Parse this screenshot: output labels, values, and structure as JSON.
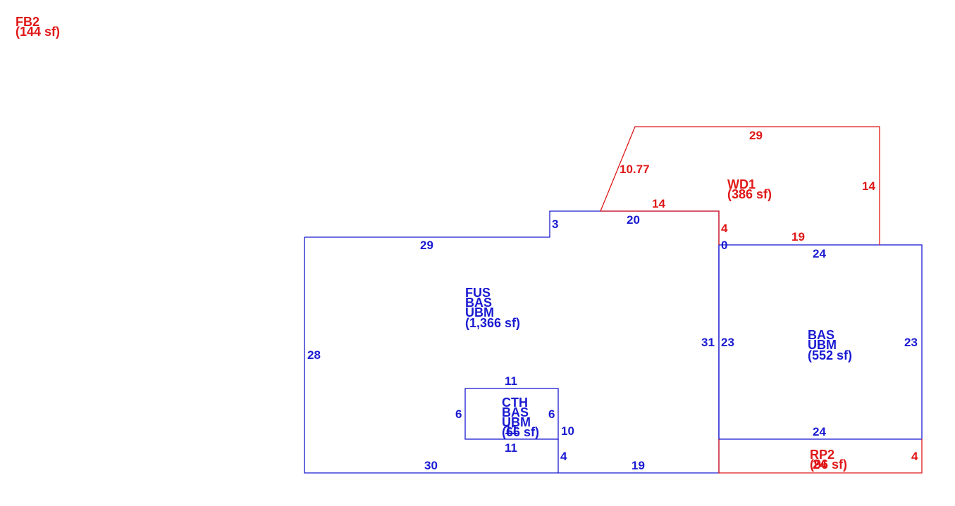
{
  "colors": {
    "building": "#1a1ad2",
    "addition": "#e01818"
  },
  "areas": {
    "fb2": {
      "codes": [
        "FB2"
      ],
      "area": "(144 sf)"
    },
    "wd1": {
      "codes": [
        "WD1"
      ],
      "area": "(386 sf)"
    },
    "main": {
      "codes": [
        "FUS",
        "BAS",
        "UBM"
      ],
      "area": "(1,366 sf)"
    },
    "east": {
      "codes": [
        "BAS",
        "UBM"
      ],
      "area": "(552 sf)"
    },
    "cth": {
      "codes": [
        "CTH",
        "BAS",
        "UBM"
      ],
      "extra": "11",
      "area": "(66 sf)"
    },
    "rp2": {
      "codes": [
        "RP2"
      ],
      "extra": "24",
      "area": "(96 sf)"
    }
  },
  "dimensions": {
    "main_top_left": "29",
    "main_step": "3",
    "main_top_right": "20",
    "main_left": "28",
    "main_right": "31",
    "main_bottom_left": "30",
    "main_bottom_right": "19",
    "main_bottom_step": "4",
    "main_bottom_side": "10",
    "cth_top": "11",
    "cth_bottom": "11",
    "cth_left": "6",
    "cth_right": "6",
    "east_top": "24",
    "east_bottom": "24",
    "east_left": "23",
    "east_right": "23",
    "east_corner": "0",
    "wd_top": "29",
    "wd_slant": "10.77",
    "wd_inner_top": "14",
    "wd_right": "14",
    "wd_inner_left": "4",
    "wd_bottom": "19",
    "rp_right": "4"
  }
}
